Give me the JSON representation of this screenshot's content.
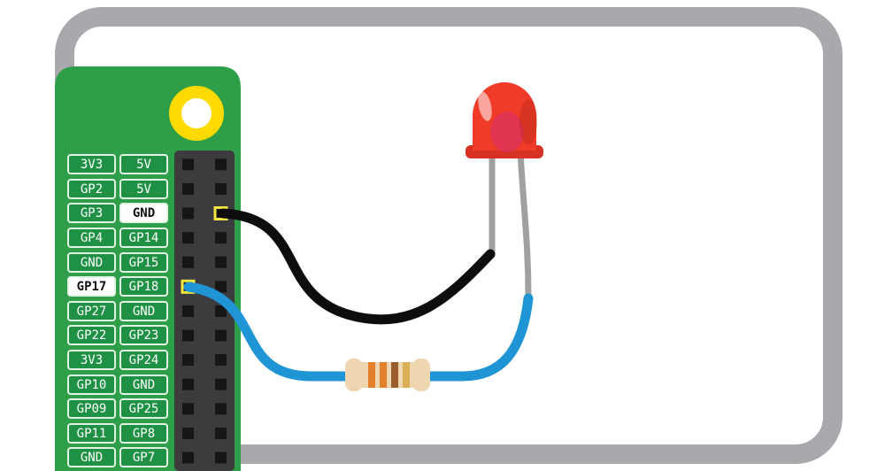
{
  "board": {
    "pin_rows": [
      {
        "left": "3V3",
        "right": "5V"
      },
      {
        "left": "GP2",
        "right": "5V"
      },
      {
        "left": "GP3",
        "right": "GND",
        "right_highlight": true
      },
      {
        "left": "GP4",
        "right": "GP14"
      },
      {
        "left": "GND",
        "right": "GP15"
      },
      {
        "left": "GP17",
        "right": "GP18",
        "left_highlight": true
      },
      {
        "left": "GP27",
        "right": "GND"
      },
      {
        "left": "GP22",
        "right": "GP23"
      },
      {
        "left": "3V3",
        "right": "GP24"
      },
      {
        "left": "GP10",
        "right": "GND"
      },
      {
        "left": "GP09",
        "right": "GP25"
      },
      {
        "left": "GP11",
        "right": "GP8"
      },
      {
        "left": "GND",
        "right": "GP7"
      }
    ],
    "highlighted_pins": [
      "GND",
      "GP17"
    ]
  },
  "colors": {
    "frame": "#a7a9ac",
    "board_green": "#2f9e48",
    "cell_green": "#1f9145",
    "cell_border": "#e2f2e4",
    "cell_text": "#ffffff",
    "highlight_bg": "#ffffff",
    "highlight_text": "#111111",
    "header_dark": "#3c3c3e",
    "pin_dark": "#161616",
    "pin_highlight": "#f5e642",
    "mount_ring": "#ffd900",
    "wire_ground": "#0d0d0d",
    "wire_signal": "#2095d6",
    "led_body": "#ef3b27",
    "led_flange": "#d63122",
    "led_inner": "#d5306e",
    "led_shade": "#b3271a",
    "lead_gray": "#a0a0a3",
    "resistor_body": "#eed6b0",
    "resistor_bands": [
      "#e2802c",
      "#e2802c",
      "#9a5d2c",
      "#d9b054"
    ]
  }
}
